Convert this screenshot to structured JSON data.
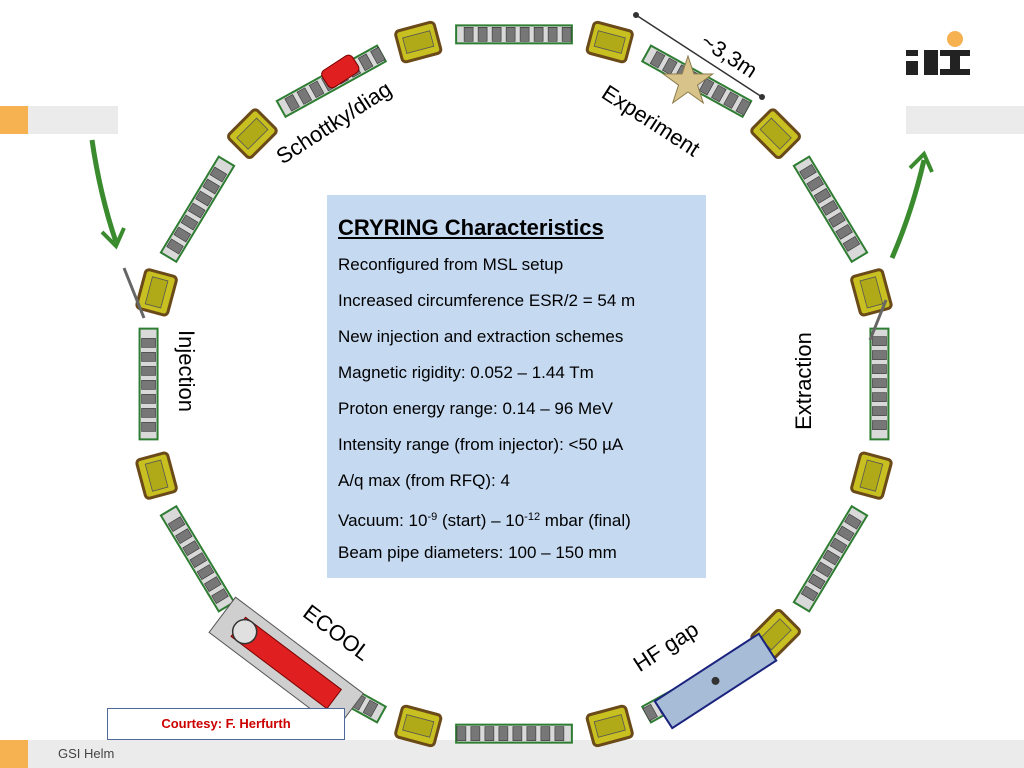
{
  "info_box": {
    "title": "CRYRING Characteristics",
    "lines": [
      "Reconfigured from MSL setup",
      "Increased circumference ESR/2 = 54 m",
      "New injection and extraction schemes",
      "Magnetic rigidity: 0.052 – 1.44 Tm",
      "Proton energy range: 0.14 – 96 MeV",
      "Intensity range (from injector): <50 µA",
      "A/q max (from RFQ): 4"
    ],
    "vacuum": {
      "prefix": "Vacuum: 10",
      "exp1": "-9",
      "mid": " (start) – 10",
      "exp2": "-12",
      "suffix": " mbar (final)"
    },
    "last_line": "Beam pipe diameters: 100 – 150 mm"
  },
  "ring_labels": {
    "schottky": "Schottky/diag",
    "experiment": "Experiment",
    "distance": "~3,3m",
    "injection": "Injection",
    "extraction": "Extraction",
    "ecool": "ECOOL",
    "hf_gap": "HF gap"
  },
  "courtesy": "Courtesy: F. Herfurth",
  "footer": "GSI Helm",
  "colors": {
    "info_background": "#c5d9f1",
    "accent_orange": "#f6b150",
    "arrow_green": "#3a8a2e",
    "dipole_yellow": "#c8c020",
    "ecool_red": "#e02020",
    "courtesy_red": "#cc0000"
  },
  "icons": [
    "gsi-logo-icon",
    "injection-arrow-icon",
    "extraction-arrow-icon",
    "experiment-star-icon"
  ]
}
